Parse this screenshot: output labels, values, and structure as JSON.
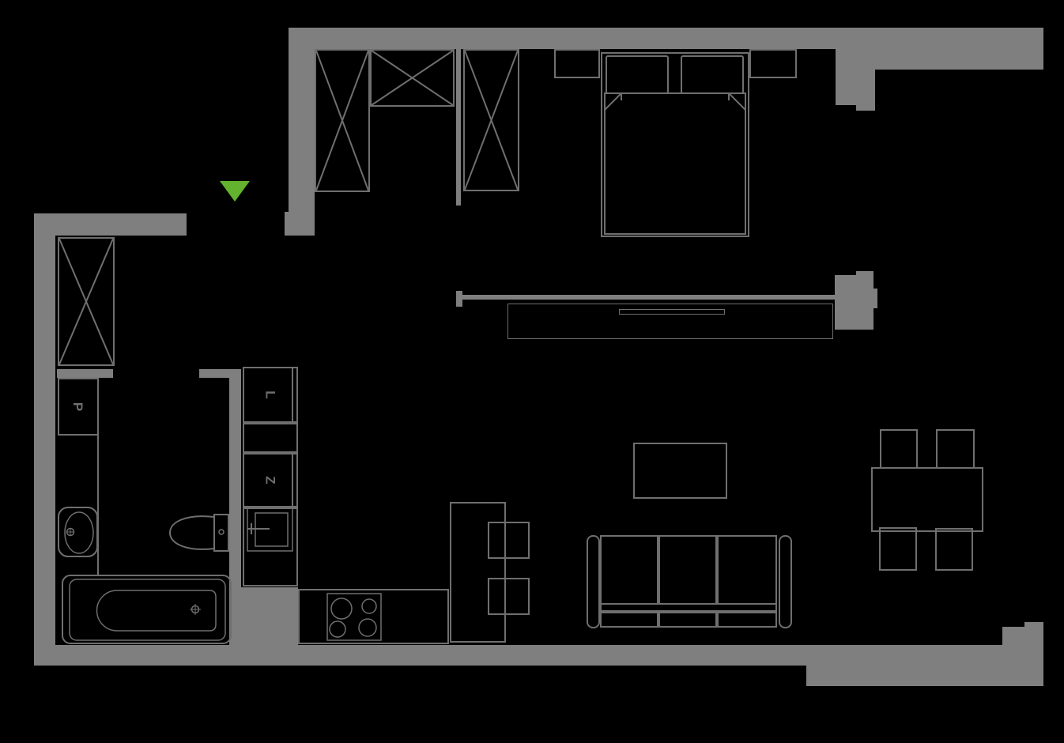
{
  "plan": {
    "kind": "apartment-floor-plan",
    "entrance_marker": "down-triangle"
  },
  "labels": {
    "washing_machine": "P",
    "dishwasher": "Z",
    "fridge": "L"
  },
  "colors": {
    "bg": "#000000",
    "wall": "#7f7f7f",
    "outline": "#6f6f6f",
    "label": "#6e6e6e",
    "accent": "#63b32e"
  }
}
